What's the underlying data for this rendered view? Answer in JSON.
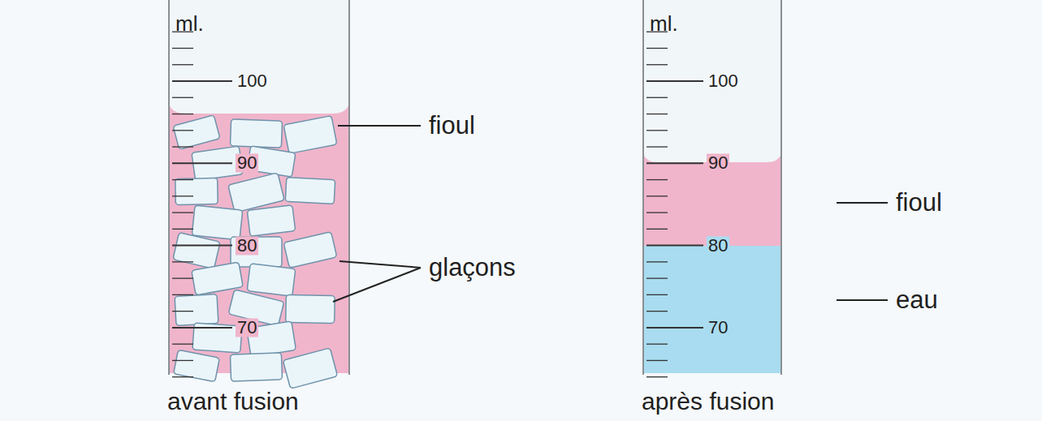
{
  "diagram": {
    "labels": [
      "ml.",
      "100",
      "90",
      "80",
      "70",
      "fioul",
      "glaçons",
      "avant fusion",
      "ml.",
      "100",
      "90",
      "80",
      "70",
      "fioul",
      "eau",
      "après fusion"
    ]
  }
}
